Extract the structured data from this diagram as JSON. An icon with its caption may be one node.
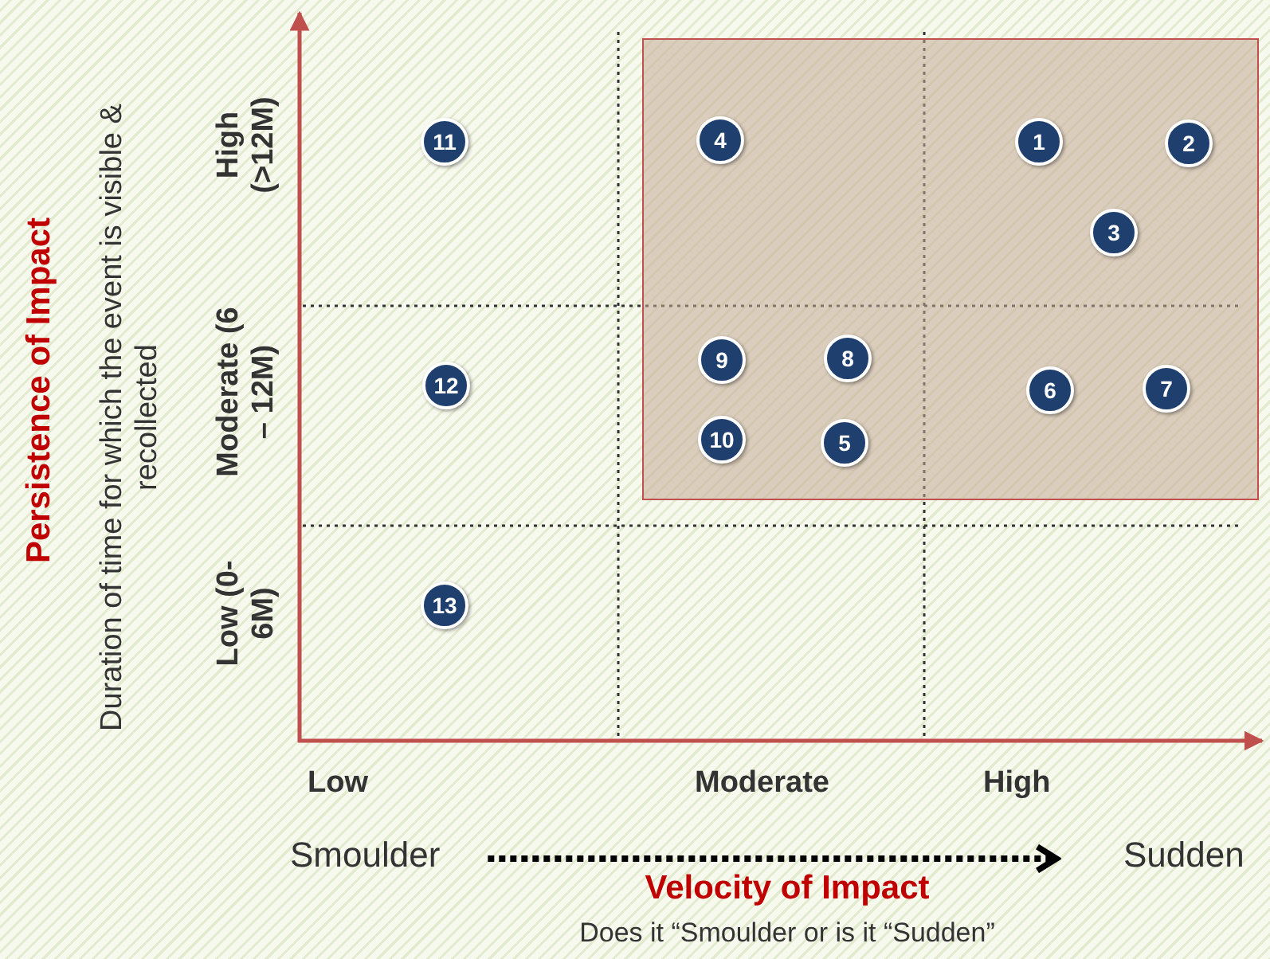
{
  "diagram": {
    "nodes": [
      {
        "text": [],
        "shape": "box"
      },
      {
        "text": [
          "11"
        ]
      },
      {
        "text": [
          "4"
        ],
        "in": 0
      },
      {
        "text": [
          "1"
        ],
        "in": 0
      },
      {
        "text": [
          "2"
        ],
        "in": 0
      },
      {
        "text": [
          "3"
        ],
        "in": 0
      },
      {
        "text": [
          "9"
        ],
        "in": 0
      },
      {
        "text": [
          "8"
        ],
        "in": 0
      },
      {
        "text": [
          "12"
        ]
      },
      {
        "text": [
          "6"
        ],
        "in": 0
      },
      {
        "text": [
          "7"
        ],
        "in": 0
      },
      {
        "text": [
          "10"
        ],
        "in": 0
      },
      {
        "text": [
          "5"
        ],
        "in": 0
      },
      {
        "text": [
          "13"
        ]
      },
      {
        "text": [
          "Smoulder"
        ]
      },
      {
        "text": [
          "Sudden"
        ]
      }
    ],
    "edges": [
      {
        "from": 14,
        "to": 15,
        "arrow": "to",
        "style": "dashed"
      }
    ],
    "labels": [
      "Persistence of Impact",
      "Duration of time for which the event is visible & recollected",
      "High (>12M)",
      "Moderate (6 – 12M)",
      "Low (0-6M)",
      "Low",
      "Moderate",
      "High",
      "Velocity of Impact",
      "Does it “Smoulder or is it “Sudden”"
    ]
  }
}
